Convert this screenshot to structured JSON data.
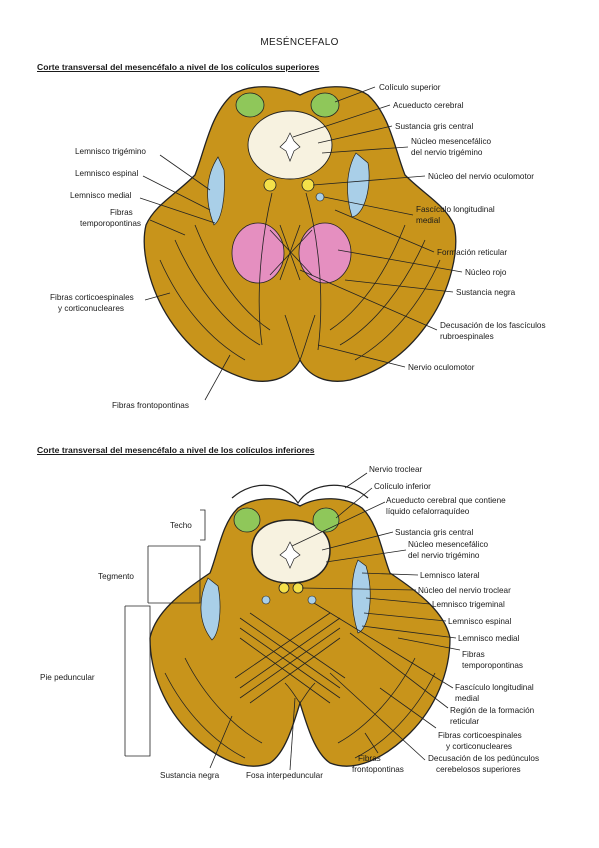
{
  "document": {
    "title": "MESÉNCEFALO",
    "sections": [
      {
        "title": "Corte transversal del mesencéfalo a nivel de los colículos superiores",
        "labels": {
          "coliculo_superior": "Colículo superior",
          "acueducto_cerebral": "Acueducto cerebral",
          "sustancia_gris_central": "Sustancia gris central",
          "nucleo_mesencefalico_1": "Núcleo mesencefálico",
          "nucleo_mesencefalico_2": "del nervio trigémino",
          "nucleo_oculomotor": "Núcleo del nervio oculomotor",
          "fasciculo_1": "Fascículo longitudinal",
          "fasciculo_2": "medial",
          "formacion_reticular": "Formación reticular",
          "nucleo_rojo": "Núcleo rojo",
          "sustancia_negra": "Sustancia negra",
          "decusacion_1": "Decusación de los fascículos",
          "decusacion_2": "rubroespinales",
          "nervio_oculomotor": "Nervio oculomotor",
          "lemnisco_trigemino": "Lemnisco trigémino",
          "lemnisco_espinal": "Lemnisco espinal",
          "lemnisco_medial": "Lemnisco medial",
          "fibras_temporo_1": "Fibras",
          "fibras_temporo_2": "temporopontinas",
          "fibras_cortico_1": "Fibras corticoespinales",
          "fibras_cortico_2": "y corticonucleares",
          "fibras_frontopontinas": "Fibras frontopontinas"
        }
      },
      {
        "title": "Corte transversal del mesencéfalo a nivel de los colículos inferiores",
        "labels": {
          "nervio_troclear": "Nervio troclear",
          "coliculo_inferior": "Colículo inferior",
          "acueducto_1": "Acueducto cerebral que contiene",
          "acueducto_2": "líquido cefalorraquídeo",
          "sustancia_gris_central": "Sustancia gris central",
          "nucleo_mesencefalico_1": "Núcleo mesencefálico",
          "nucleo_mesencefalico_2": "del nervio trigémino",
          "lemnisco_lateral": "Lemnisco lateral",
          "nucleo_troclear": "Núcleo del nervio troclear",
          "lemnisco_trigeminal": "Lemnisco trigeminal",
          "lemnisco_espinal": "Lemnisco espinal",
          "lemnisco_medial": "Lemnisco medial",
          "fibras_temporo_1": "Fibras",
          "fibras_temporo_2": "temporopontinas",
          "fasciculo_1": "Fascículo longitudinal",
          "fasciculo_2": "medial",
          "region_1": "Región de la formación",
          "region_2": "reticular",
          "fibras_cortico_1": "Fibras corticoespinales",
          "fibras_cortico_2": "y corticonucleares",
          "decusacion_1": "Decusación de los pedúnculos",
          "decusacion_2": "cerebelosos superiores",
          "fibras_fronto_1": "Fibras",
          "fibras_fronto_2": "frontopontinas",
          "techo": "Techo",
          "tegmento": "Tegmento",
          "pie_peduncular": "Pie peduncular",
          "sustancia_negra": "Sustancia negra",
          "fosa_interpeduncular": "Fosa interpeduncular"
        }
      }
    ]
  },
  "colors": {
    "brainstem": "#c8941b",
    "colliculus": "#8fc75a",
    "lemniscus": "#a9cfe8",
    "red_nucleus": "#e58fc0",
    "gray_matter": "#f7f2e0"
  }
}
